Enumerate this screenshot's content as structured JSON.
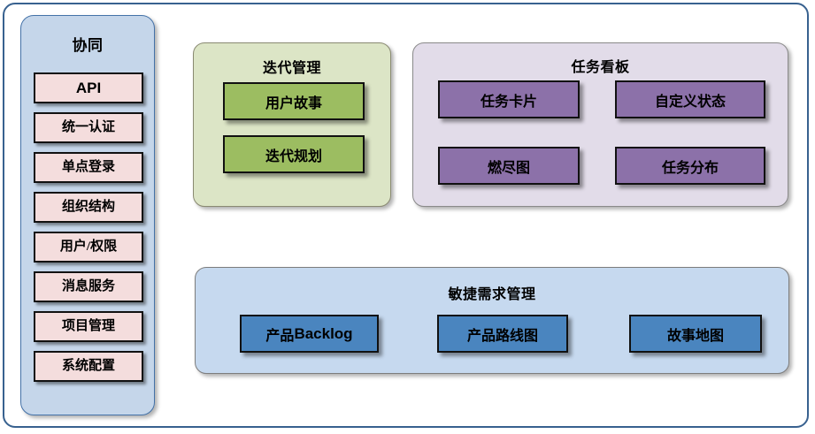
{
  "diagram": {
    "title_hidden": "",
    "colors": {
      "frame_border": "#38618F",
      "sidebar_bg": "#C5D6EA",
      "sidebar_border": "#4472A8",
      "sidebar_chip_bg": "#F4DDDD",
      "iteration_panel_bg": "#DCE5C6",
      "iteration_box_bg": "#9CBD61",
      "taskboard_panel_bg": "#E2DCE9",
      "taskboard_box_bg": "#8C71A9",
      "agile_panel_bg": "#C6D9EF",
      "agile_box_bg": "#4A85BF",
      "box_border": "#111111"
    }
  },
  "sidebar": {
    "title": "协同",
    "items": [
      {
        "label": "API"
      },
      {
        "label": "统一认证"
      },
      {
        "label": "单点登录"
      },
      {
        "label": "组织结构"
      },
      {
        "label": "用户/权限"
      },
      {
        "label": "消息服务"
      },
      {
        "label": "项目管理"
      },
      {
        "label": "系统配置"
      }
    ]
  },
  "iteration": {
    "title": "迭代管理",
    "items": [
      {
        "label": "用户故事"
      },
      {
        "label": "迭代规划"
      }
    ]
  },
  "taskboard": {
    "title": "任务看板",
    "items": [
      {
        "label": "任务卡片"
      },
      {
        "label": "自定义状态"
      },
      {
        "label": "燃尽图"
      },
      {
        "label": "任务分布"
      }
    ]
  },
  "agile": {
    "title": "敏捷需求管理",
    "items": [
      {
        "label": "产品Backlog"
      },
      {
        "label": "产品路线图"
      },
      {
        "label": "故事地图"
      }
    ]
  }
}
